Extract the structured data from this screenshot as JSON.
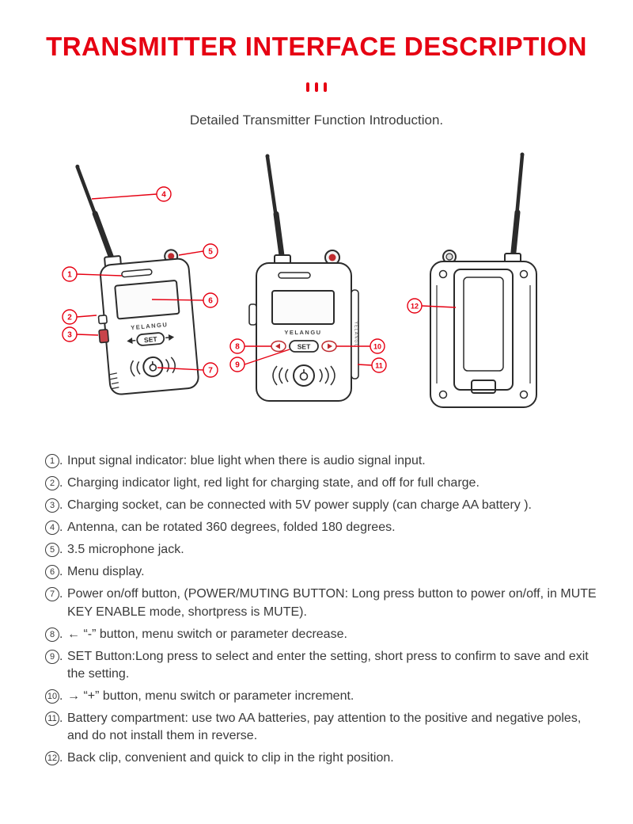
{
  "accent_color": "#e60012",
  "header": {
    "title": "TRANSMITTER INTERFACE DESCRIPTION",
    "subtitle": "Detailed Transmitter Function Introduction."
  },
  "diagram": {
    "brand": "YELANGU",
    "set_label": "SET",
    "callouts": [
      "1",
      "2",
      "3",
      "4",
      "5",
      "6",
      "7",
      "8",
      "9",
      "10",
      "11",
      "12"
    ]
  },
  "list": {
    "separator": ".",
    "items": [
      {
        "num": "1",
        "text": "Input signal indicator: blue light when there is audio signal input."
      },
      {
        "num": "2",
        "text": "Charging indicator light, red light for charging state, and off for full charge."
      },
      {
        "num": "3",
        "text": "Charging socket, can be connected with 5V power supply (can charge AA battery )."
      },
      {
        "num": "4",
        "text": "Antenna, can be rotated 360 degrees, folded 180 degrees."
      },
      {
        "num": "5",
        "text": "3.5 microphone jack."
      },
      {
        "num": "6",
        "text": "Menu display."
      },
      {
        "num": "7",
        "text": "Power on/off button, (POWER/MUTING BUTTON: Long press button to power on/off, in MUTE KEY ENABLE mode, shortpress is MUTE)."
      },
      {
        "num": "8",
        "text": "← “-” button, menu switch or parameter decrease."
      },
      {
        "num": "9",
        "text": "SET Button:Long press to select and enter the setting, short press to confirm to save and exit the setting."
      },
      {
        "num": "10",
        "text": "→ “+” button, menu switch or parameter increment."
      },
      {
        "num": "11",
        "text": "Battery compartment: use two AA batteries, pay attention to the positive and negative poles, and do not install them in reverse."
      },
      {
        "num": "12",
        "text": "Back clip, convenient and quick to clip in the right position."
      }
    ]
  }
}
